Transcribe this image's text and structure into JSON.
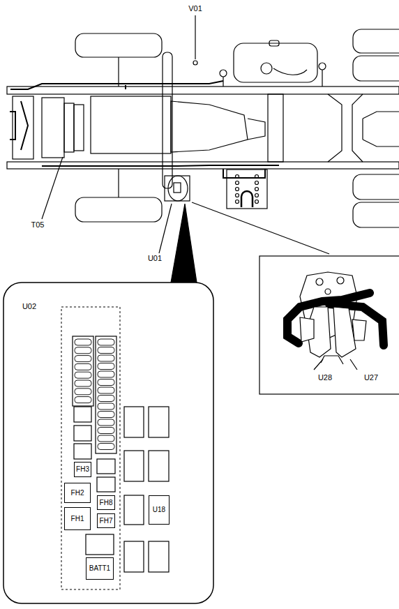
{
  "diagram": {
    "nodes": [
      {
        "text": [
          "FH3"
        ]
      },
      {
        "text": [
          "FH2"
        ]
      },
      {
        "text": [
          "FH8"
        ]
      },
      {
        "text": [
          "U18"
        ]
      },
      {
        "text": [
          "FH1"
        ]
      },
      {
        "text": [
          "FH7"
        ]
      },
      {
        "text": [
          "BATT1"
        ]
      }
    ],
    "labels": [
      "V01",
      "T05",
      "U01",
      "U02",
      "U28",
      "U27"
    ]
  }
}
